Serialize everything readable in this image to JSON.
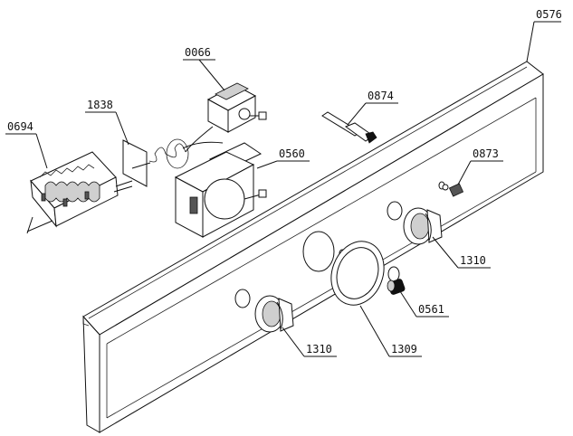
{
  "callouts": [
    {
      "id": "panel",
      "label": "0576"
    },
    {
      "id": "thermostat",
      "label": "0066"
    },
    {
      "id": "insulator",
      "label": "1838"
    },
    {
      "id": "switch",
      "label": "0694"
    },
    {
      "id": "igniter",
      "label": "0874"
    },
    {
      "id": "timer",
      "label": "0560"
    },
    {
      "id": "bushing-small",
      "label": "0873"
    },
    {
      "id": "knob-right",
      "label": "1310"
    },
    {
      "id": "spring",
      "label": "0561"
    },
    {
      "id": "knob-left",
      "label": "1310"
    },
    {
      "id": "ring",
      "label": "1309"
    }
  ]
}
